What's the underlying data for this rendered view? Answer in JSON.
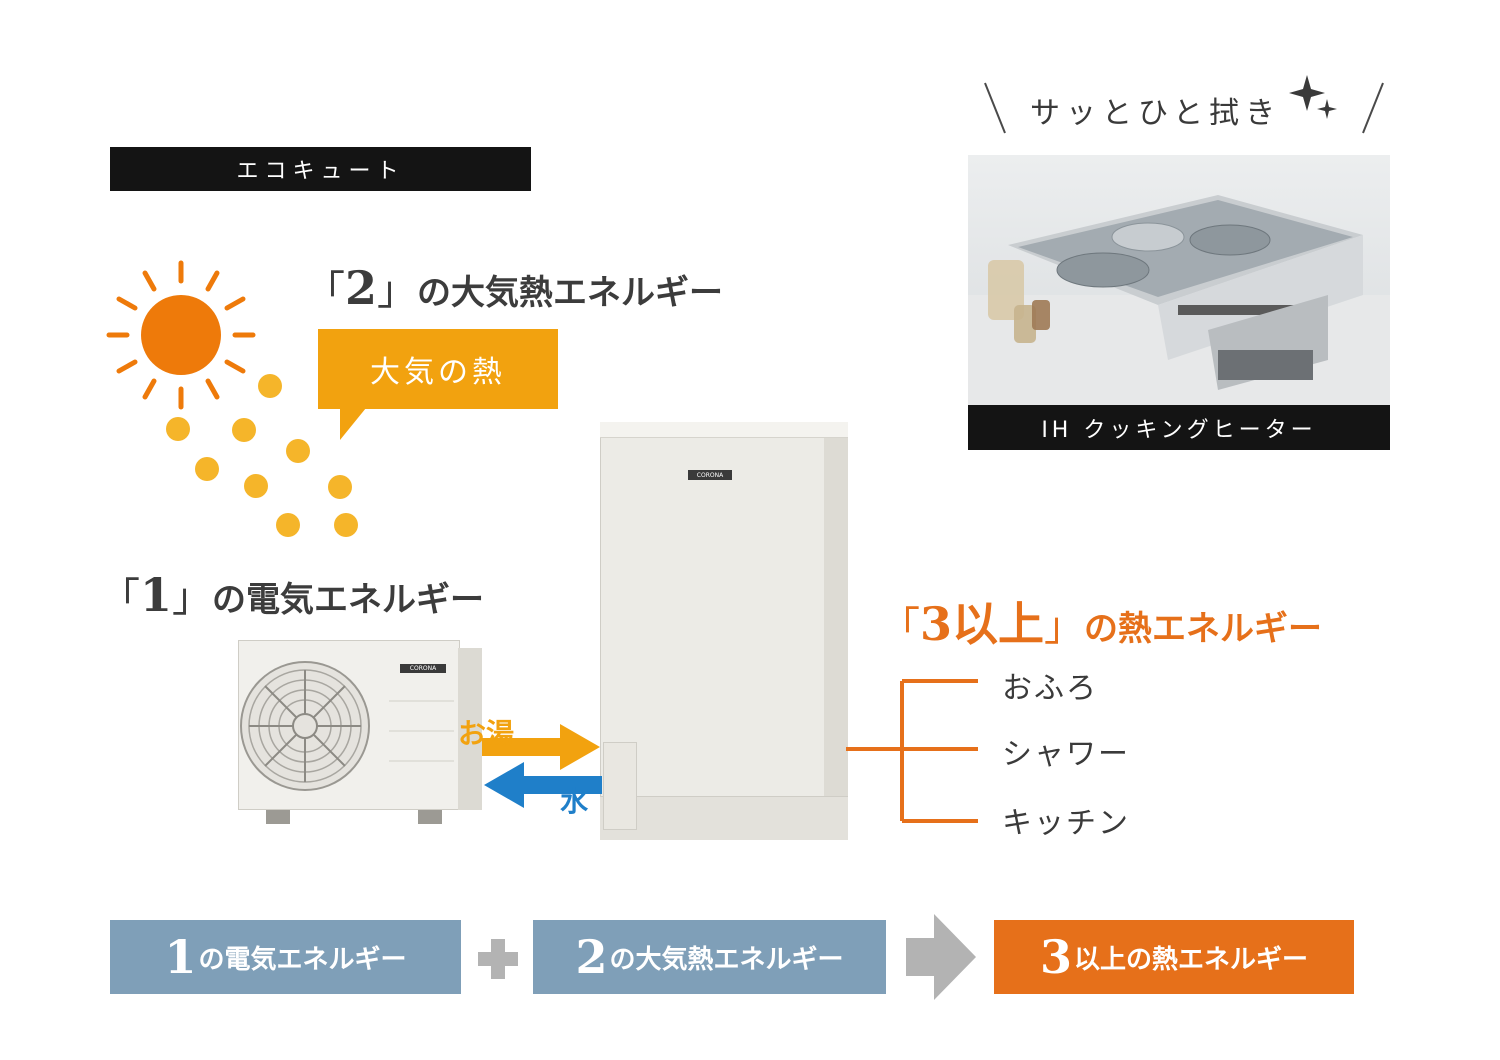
{
  "eco_label": "エコキュート",
  "sparkle_caption": "サッとひと拭き",
  "ih_label": "IH クッキングヒーター",
  "title_2": {
    "open": "「",
    "num": "2",
    "close": "」",
    "text": "の大気熱エネルギー"
  },
  "title_1": {
    "open": "「",
    "num": "1",
    "close": "」",
    "text": "の電気エネルギー"
  },
  "title_3": {
    "open": "「",
    "num": "3以上",
    "close": "」",
    "text": "の熱エネルギー"
  },
  "bubble": "大気の熱",
  "hot_water_label": "お湯",
  "water_label": "水",
  "uses": [
    "おふろ",
    "シャワー",
    "キッチン"
  ],
  "tank_logo": "CORONA",
  "outdoor_logo": "CORONA",
  "equation": [
    {
      "num": "1",
      "text": "の電気エネルギー"
    },
    {
      "num": "2",
      "text": "の大気熱エネルギー"
    },
    {
      "num": "3",
      "text": "以上の熱エネルギー"
    }
  ],
  "colors": {
    "orange": "#e6701a",
    "sun": "#ee7a0a",
    "dots": "#f5b52a",
    "bubble": "#f2a20f",
    "blue_arrow": "#1f7fc9",
    "steel": "#7f9fb8",
    "gray_arrow": "#b3b3b3",
    "black_label": "#141414"
  },
  "icons": [
    "sun-icon",
    "sparkle-icon",
    "plus-icon",
    "right-arrow-icon",
    "hot-water-arrow-icon",
    "water-arrow-icon"
  ]
}
